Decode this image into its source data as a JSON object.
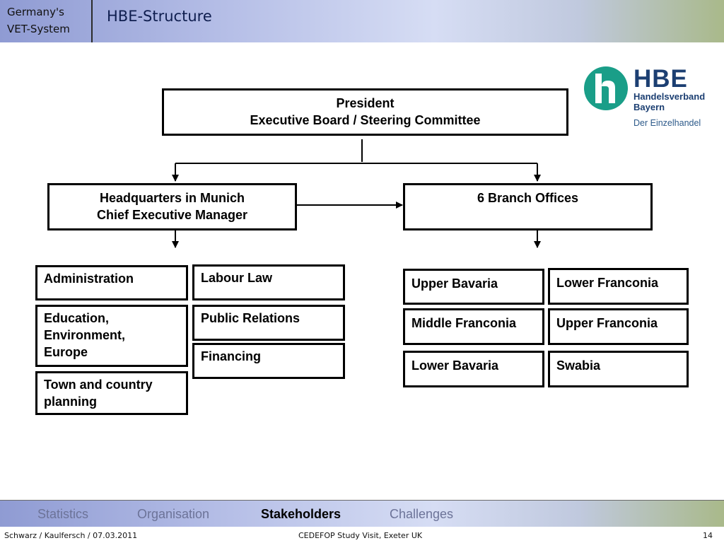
{
  "header": {
    "section_line1": "Germany's",
    "section_line2": "VET-System",
    "title": "HBE-Structure"
  },
  "logo": {
    "mark": "HBE",
    "line1": "Handelsverband",
    "line2": "Bayern",
    "tagline": "Der Einzelhandel",
    "colors": {
      "teal": "#1a9e88",
      "navy": "#1c3f72"
    }
  },
  "diagram": {
    "top": {
      "line1": "President",
      "line2": "Executive Board / Steering Committee"
    },
    "hq": {
      "line1": "Headquarters in Munich",
      "line2": "Chief Executive Manager"
    },
    "branches": {
      "line1": "6 Branch Offices"
    },
    "hq_departments": {
      "administration": "Administration",
      "education": [
        "Education,",
        "Environment,",
        "Europe"
      ],
      "town": [
        "Town and country",
        "planning"
      ],
      "labour": "Labour Law",
      "pr": "Public Relations",
      "financing": "Financing"
    },
    "branch_regions": {
      "upper_bavaria": "Upper Bavaria",
      "lower_franconia": "Lower Franconia",
      "middle_franconia": "Middle Franconia",
      "upper_franconia": "Upper Franconia",
      "lower_bavaria": "Lower Bavaria",
      "swabia": "Swabia"
    }
  },
  "footer": {
    "nav": [
      "Statistics",
      "Organisation",
      "Stakeholders",
      "Challenges"
    ],
    "active": "Stakeholders",
    "author": "Schwarz / Kaulfersch / 07.03.2011",
    "event": "CEDEFOP Study Visit, Exeter UK",
    "page": "14"
  }
}
